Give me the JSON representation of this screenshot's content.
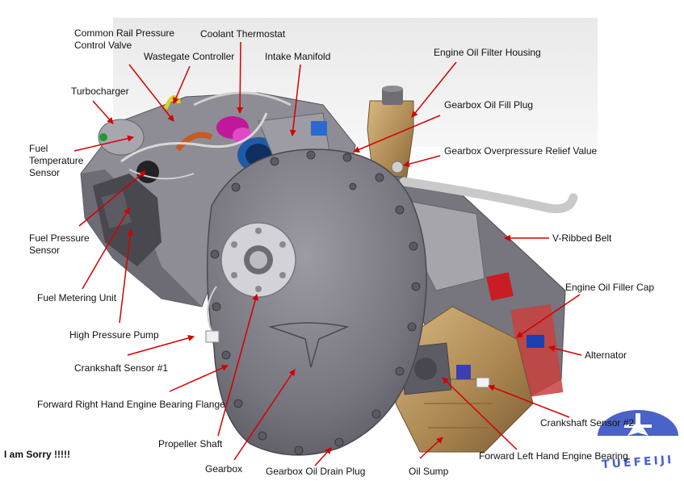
{
  "labels": {
    "common_rail_line1": "Common Rail Pressure",
    "common_rail_line2": "Control Valve",
    "coolant_thermostat": "Coolant Thermostat",
    "wastegate_controller": "Wastegate Controller",
    "intake_manifold": "Intake Manifold",
    "engine_oil_filter_housing": "Engine Oil Filter Housing",
    "turbocharger": "Turbocharger",
    "gearbox_oil_fill_plug": "Gearbox Oil Fill Plug",
    "fuel_temp_line1": "Fuel",
    "fuel_temp_line2": "Temperature",
    "fuel_temp_line3": "Sensor",
    "gearbox_overpressure": "Gearbox Overpressure Relief Value",
    "fuel_pressure_line1": "Fuel Pressure",
    "fuel_pressure_line2": "Sensor",
    "v_ribbed_belt": "V-Ribbed Belt",
    "engine_oil_filler_cap": "Engine Oil Filler Cap",
    "fuel_metering_unit": "Fuel Metering Unit",
    "high_pressure_pump": "High Pressure Pump",
    "alternator": "Alternator",
    "crankshaft_sensor_1": "Crankshaft Sensor #1",
    "forward_right_bearing": "Forward Right Hand Engine Bearing Flange",
    "crankshaft_sensor_2": "Crankshaft Sensor #2",
    "propeller_shaft": "Propeller Shaft",
    "forward_left_bearing": "Forward Left Hand Engine Bearing",
    "gearbox": "Gearbox",
    "gearbox_oil_drain_plug": "Gearbox Oil Drain Plug",
    "oil_sump": "Oil Sump"
  },
  "footer_text": "I am Sorry !!!!!",
  "watermark_text": "TUEFEIJI",
  "colors": {
    "arrow": "#d40000",
    "engine_gray": "#8a8890",
    "gearbox_cover": "#7d7b84",
    "gold": "#b8945a",
    "magenta": "#c0189c",
    "blue": "#1e5aa8",
    "logo_blue": "#4a63c8"
  }
}
